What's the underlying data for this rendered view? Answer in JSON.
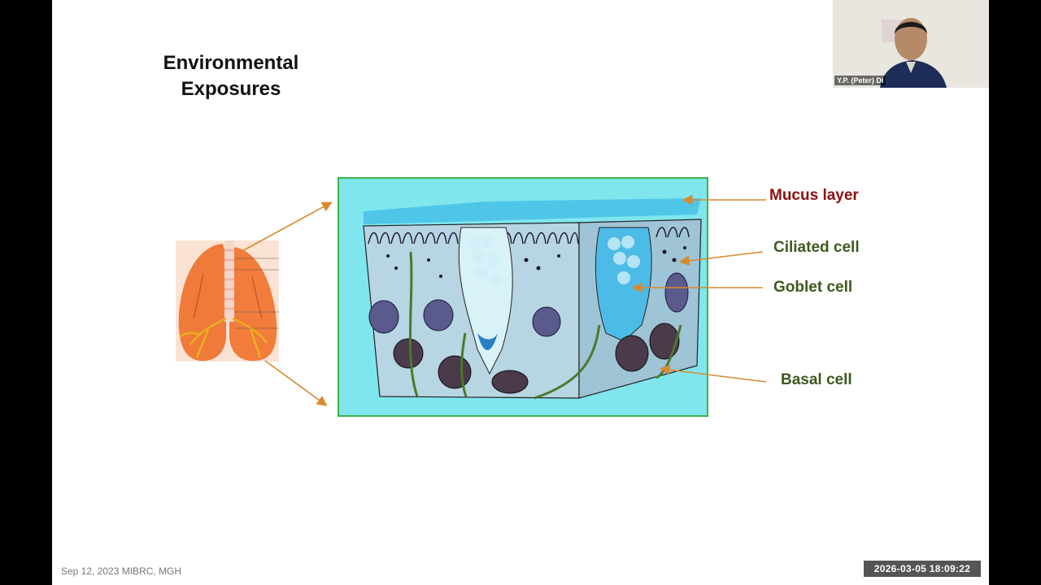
{
  "slide": {
    "title_line1": "Environmental",
    "title_line2": "Exposures",
    "footer": "Sep 12, 2023 MIBRC, MGH",
    "labels": {
      "mucus": "Mucus  layer",
      "ciliated": "Ciliated cell",
      "goblet": "Goblet cell",
      "basal": "Basal cell"
    },
    "colors": {
      "arrow": "#d9892f",
      "mucus_label": "#8b1010",
      "cell_label": "#3e5a1e",
      "diagram_border": "#3bb54a"
    }
  },
  "webcam": {
    "name": "Y.P. (Peter) Di"
  },
  "timestamp": "2026-03-05  18:09:22"
}
